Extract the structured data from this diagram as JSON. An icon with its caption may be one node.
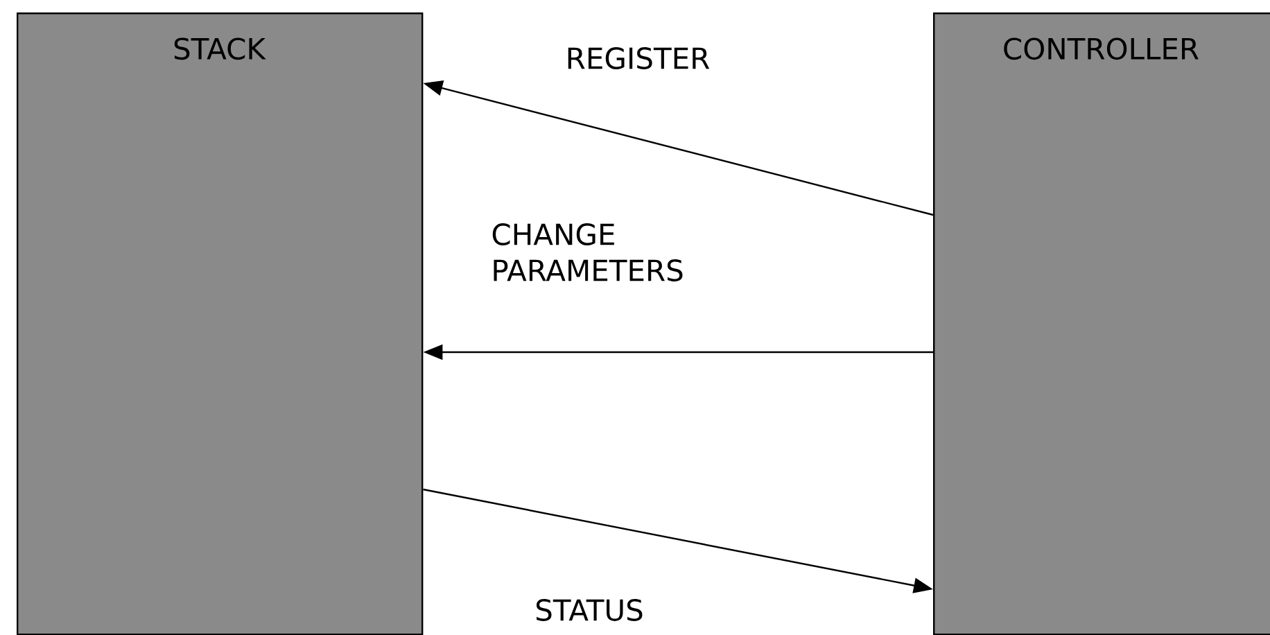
{
  "diagram": {
    "nodes": [
      {
        "text": [
          "STACK"
        ]
      },
      {
        "text": [
          "CONTROLLER"
        ]
      }
    ],
    "edges": [
      {
        "from": 1,
        "to": 0,
        "arrow": "to",
        "label": "REGISTER"
      },
      {
        "from": 1,
        "to": 0,
        "arrow": "to",
        "label": "CHANGE PARAMETERS"
      },
      {
        "from": 0,
        "to": 1,
        "arrow": "to",
        "label": "STATUS"
      }
    ]
  }
}
